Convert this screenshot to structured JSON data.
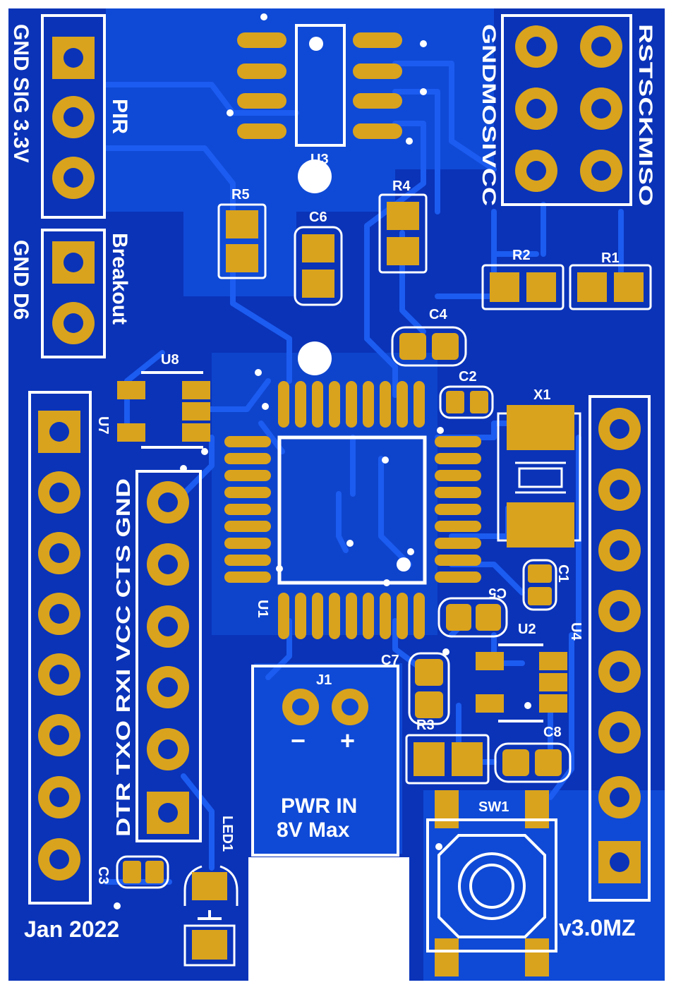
{
  "colors": {
    "board": "#0a33b8",
    "copper_fill": "#0f4ad6",
    "trace": "#1c5cf0",
    "pad": "#d9a31e",
    "silk": "#ffffff",
    "hole": "#ffffff"
  },
  "labels": {
    "pir_pins": "GND SIG 3.3V",
    "pir": "PIR",
    "breakout_pins": "GND D6",
    "breakout": "Breakout",
    "u8": "U8",
    "u7": "U7",
    "u3": "U3",
    "r5": "R5",
    "c6": "C6",
    "r4": "R4",
    "r2": "R2",
    "r1": "R1",
    "c4": "C4",
    "c2": "C2",
    "x1": "X1",
    "c1": "C1",
    "c5": "C5",
    "u1": "U1",
    "u2": "U2",
    "u4": "U4",
    "c7": "C7",
    "j1": "J1",
    "r3": "R3",
    "c8": "C8",
    "sw1": "SW1",
    "led1": "LED1",
    "c3": "C3",
    "minus": "−",
    "plus": "+",
    "pwr_in_1": "PWR IN",
    "pwr_in_2": "8V Max",
    "isp_left": "GNDMOSIVCC",
    "isp_right": "RSTSCKMISO",
    "serial_pins": "DTR TXO RXI VCC CTS GND",
    "date": "Jan 2022",
    "version": "v3.0MZ"
  }
}
